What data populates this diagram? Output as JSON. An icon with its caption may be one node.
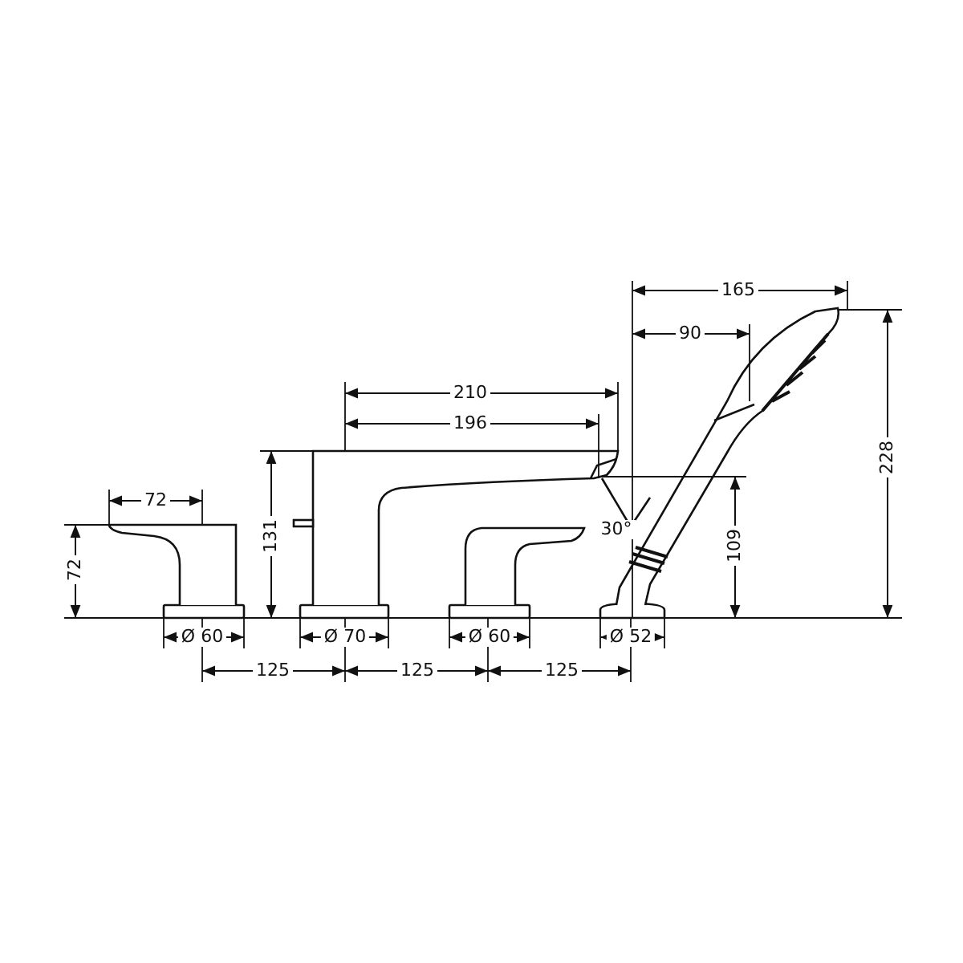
{
  "diagram": {
    "labels": [
      "165",
      "90",
      "210",
      "196",
      "228",
      "131",
      "109",
      "72",
      "72",
      "30°",
      "Ø 60",
      "Ø 70",
      "Ø 60",
      "Ø 52",
      "125",
      "125",
      "125"
    ]
  }
}
